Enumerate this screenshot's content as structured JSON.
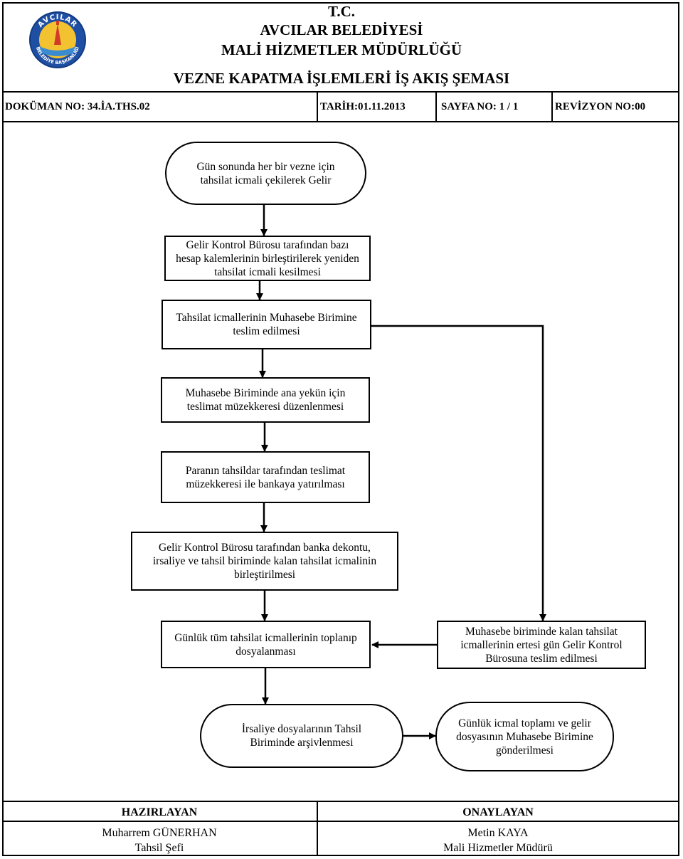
{
  "header": {
    "line1": "T.C.",
    "line2": "AVCILAR BELEDİYESİ",
    "line3": "MALİ HİZMETLER MÜDÜRLÜĞÜ",
    "title": "VEZNE KAPATMA İŞLEMLERİ İŞ AKIŞ ŞEMASI"
  },
  "logo": {
    "text_top": "AVCILAR",
    "text_bottom": "BELEDİYE BAŞKANLIĞI",
    "colors": {
      "ring": "#1f4fa3",
      "inner": "#f2c230",
      "accent": "#d23a2a",
      "sea": "#3b8bd1"
    }
  },
  "doc_info": {
    "doc_no": "DOKÜMAN NO: 34.İA.THS.02",
    "date": "TARİH:01.11.2013",
    "page": "SAYFA NO: 1 / 1",
    "revision": "REVİZYON NO:00"
  },
  "flow": {
    "steps": [
      [
        "Gün sonunda her bir vezne için",
        "tahsilat icmali çekilerek Gelir"
      ],
      [
        "Gelir Kontrol Bürosu tarafından bazı",
        "hesap kalemlerinin birleştirilerek yeniden",
        "tahsilat icmali kesilmesi"
      ],
      [
        "Tahsilat icmallerinin Muhasebe Birimine",
        "teslim edilmesi"
      ],
      [
        "Muhasebe Biriminde  ana yekün için",
        "teslimat müzekkeresi düzenlenmesi"
      ],
      [
        "Paranın tahsildar tarafından teslimat",
        "müzekkeresi ile bankaya yatırılması"
      ],
      [
        "Gelir Kontrol Bürosu tarafından banka dekontu,",
        "irsaliye  ve tahsil biriminde kalan tahsilat icmalinin",
        "birleştirilmesi"
      ],
      [
        "Günlük tüm tahsilat icmallerinin toplanıp",
        "dosyalanması"
      ],
      [
        "Muhasebe biriminde kalan tahsilat",
        "icmallerinin ertesi gün Gelir Kontrol",
        "Bürosuna teslim edilmesi"
      ],
      [
        "İrsaliye dosyalarının Tahsil",
        "Biriminde arşivlenmesi"
      ],
      [
        "Günlük icmal toplamı ve gelir",
        "dosyasının Muhasebe Birimine",
        "gönderilmesi"
      ]
    ]
  },
  "signatures": {
    "prepared_heading": "HAZIRLAYAN",
    "prepared_name": "Muharrem GÜNERHAN",
    "prepared_title": "Tahsil Şefi",
    "approved_heading": "ONAYLAYAN",
    "approved_name": "Metin KAYA",
    "approved_title": "Mali Hizmetler Müdürü"
  }
}
